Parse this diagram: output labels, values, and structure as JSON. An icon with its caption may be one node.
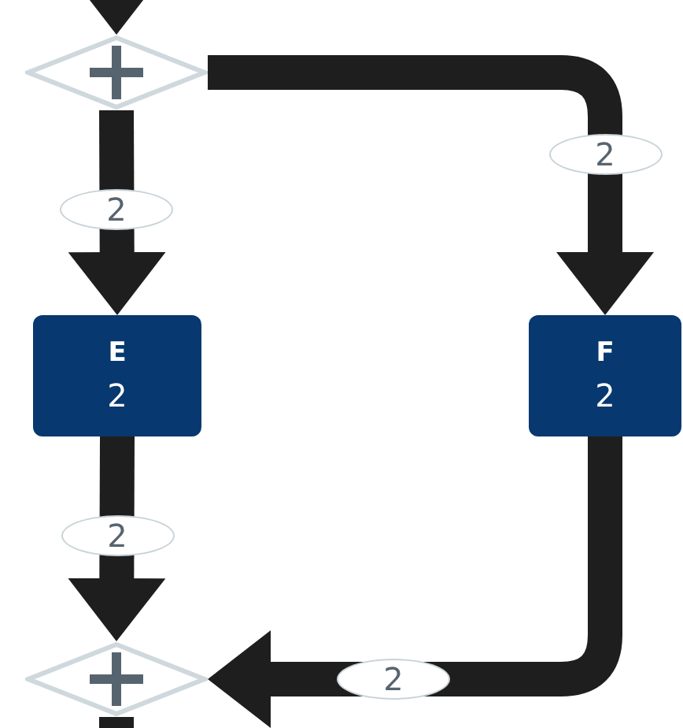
{
  "diagram": {
    "nodes": [
      {
        "text": [],
        "shape": "diamond"
      },
      {
        "text": [
          "E",
          "2"
        ]
      },
      {
        "text": [
          "F",
          "2"
        ]
      },
      {
        "text": [],
        "shape": "diamond"
      }
    ],
    "edges": [
      {
        "from": null,
        "to": 0,
        "arrow": "to"
      },
      {
        "from": 0,
        "to": 1,
        "arrow": "to",
        "label": "2"
      },
      {
        "from": 0,
        "to": 2,
        "arrow": "to",
        "label": "2"
      },
      {
        "from": 1,
        "to": 3,
        "arrow": "to",
        "label": "2"
      },
      {
        "from": 2,
        "to": 3,
        "arrow": "to",
        "label": "2"
      },
      {
        "from": 3,
        "to": null,
        "arrow": "none"
      }
    ]
  }
}
